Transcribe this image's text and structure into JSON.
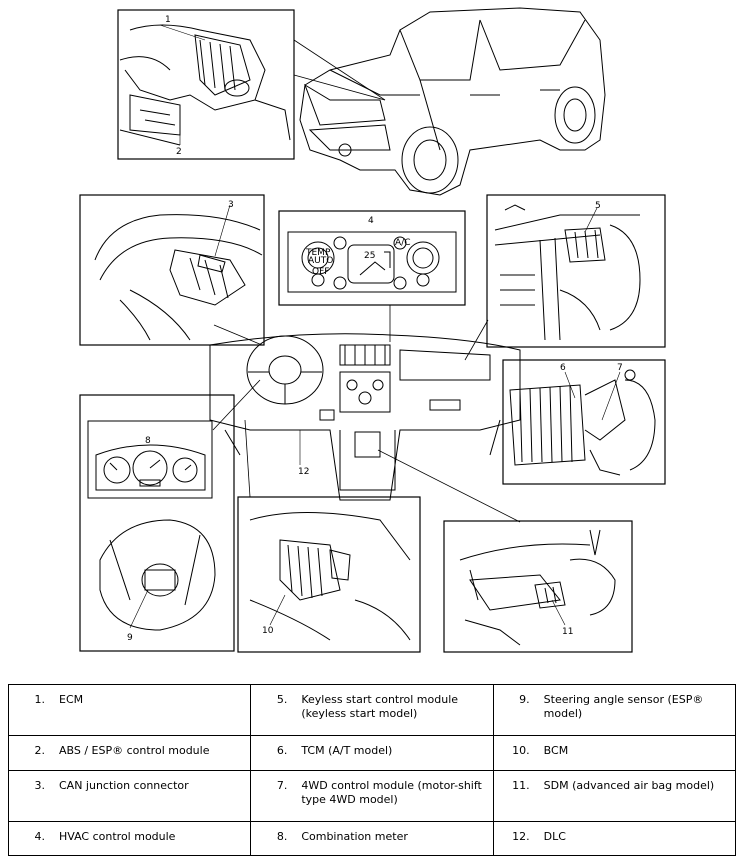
{
  "callouts": [
    "1",
    "2",
    "3",
    "4",
    "5",
    "6",
    "7",
    "8",
    "9",
    "10",
    "11",
    "12"
  ],
  "legend": [
    [
      {
        "num": "1.",
        "text": "ECM"
      },
      {
        "num": "5.",
        "text": "Keyless start control module (keyless start model)"
      },
      {
        "num": "9.",
        "text": "Steering angle sensor (ESP® model)"
      }
    ],
    [
      {
        "num": "2.",
        "text": "ABS / ESP® control module"
      },
      {
        "num": "6.",
        "text": "TCM (A/T model)"
      },
      {
        "num": "10.",
        "text": "BCM"
      }
    ],
    [
      {
        "num": "3.",
        "text": "CAN junction connector"
      },
      {
        "num": "7.",
        "text": "4WD control module (motor-shift type 4WD model)"
      },
      {
        "num": "11.",
        "text": "SDM (advanced air bag model)"
      }
    ],
    [
      {
        "num": "4.",
        "text": "HVAC control module"
      },
      {
        "num": "8.",
        "text": "Combination meter"
      },
      {
        "num": "12.",
        "text": "DLC"
      }
    ]
  ],
  "hvac_panel": {
    "temp_label": "TEMP",
    "auto_label": "AUTO",
    "off_label": "OFF",
    "ac_label": "A/C",
    "display_value": "25"
  }
}
